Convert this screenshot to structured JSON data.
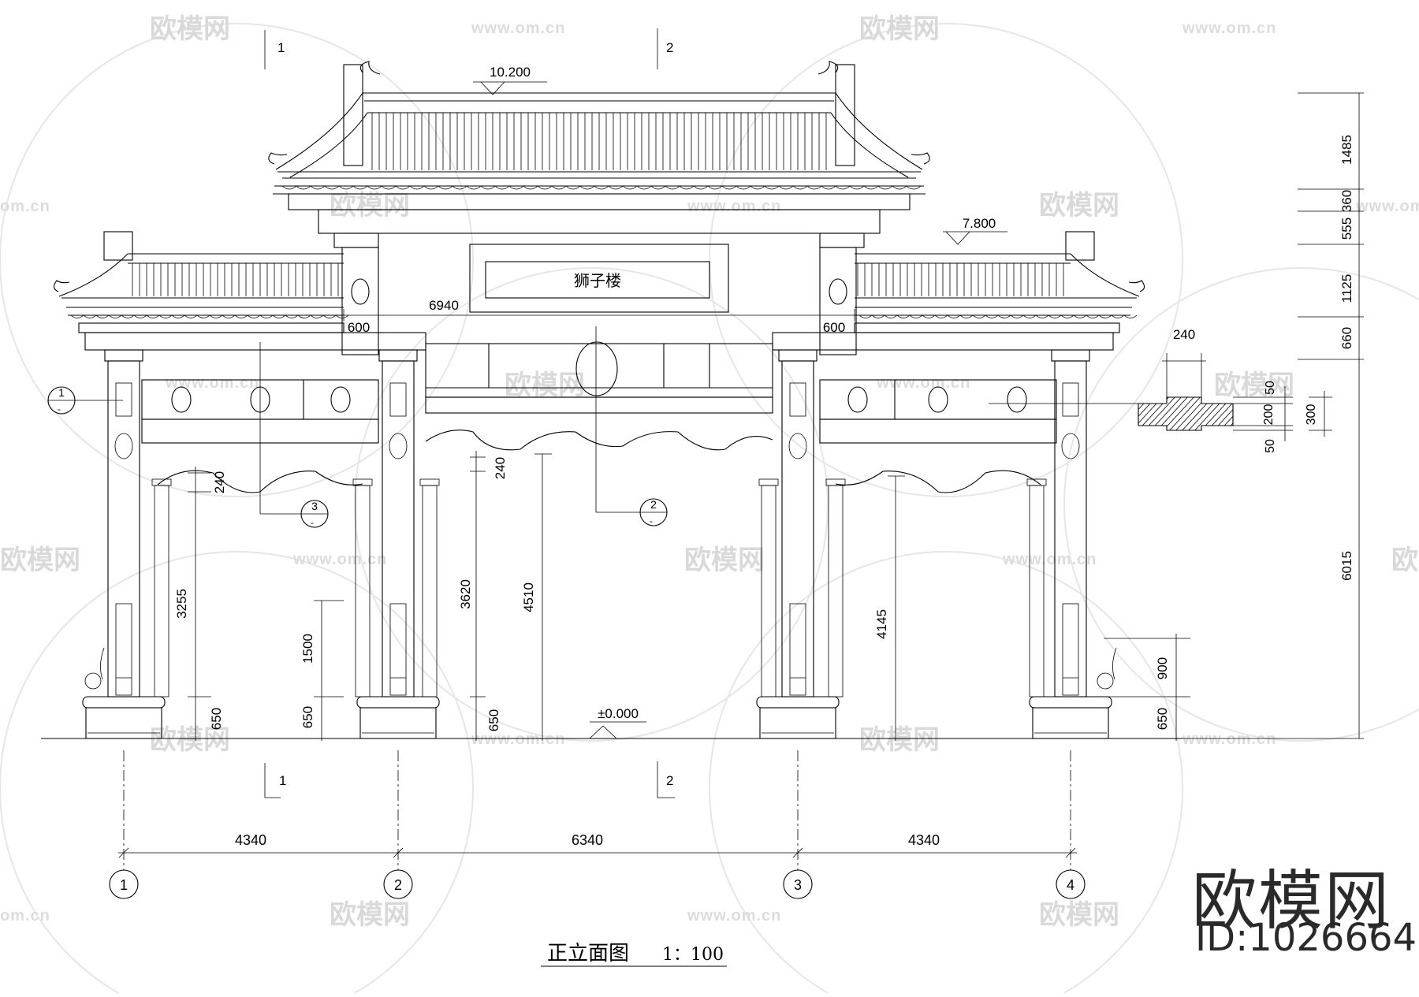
{
  "watermarks": {
    "logo_text": "欧模网",
    "url_text": "www.om.cn",
    "url_short": "om.cn"
  },
  "plaque": {
    "text": "狮子楼"
  },
  "elevations": {
    "top": "10.200",
    "side": "7.800",
    "ground": "±0.000"
  },
  "section_marks": {
    "one": "1",
    "two": "2"
  },
  "upper_dims": {
    "span": "6940",
    "left_pier": "600",
    "right_pier": "600"
  },
  "detail": {
    "width": "240",
    "h50a": "50",
    "h200": "200",
    "h50b": "50",
    "h300": "300"
  },
  "right_dims": {
    "d1485": "1485",
    "d360": "360",
    "d555": "555",
    "d1125": "1125",
    "d660": "660",
    "d6015": "6015",
    "d900": "900",
    "d650": "650"
  },
  "inner_dims": {
    "d240a": "240",
    "d3255": "3255",
    "d650a": "650",
    "d1500": "1500",
    "d650b": "650",
    "d240b": "240",
    "d3620": "3620",
    "d650c": "650",
    "d4510": "4510",
    "d4145": "4145"
  },
  "callouts": {
    "c1_num": "1",
    "c3_num": "3",
    "c2_num": "2",
    "dash": "-"
  },
  "axes": {
    "a1": "1",
    "a2": "2",
    "a3": "3",
    "a4": "4",
    "span1": "4340",
    "span2": "6340",
    "span3": "4340"
  },
  "drawing_title": "正立面图",
  "scale": "1：100",
  "brand": {
    "name": "欧模网",
    "id": "ID:1026664"
  }
}
